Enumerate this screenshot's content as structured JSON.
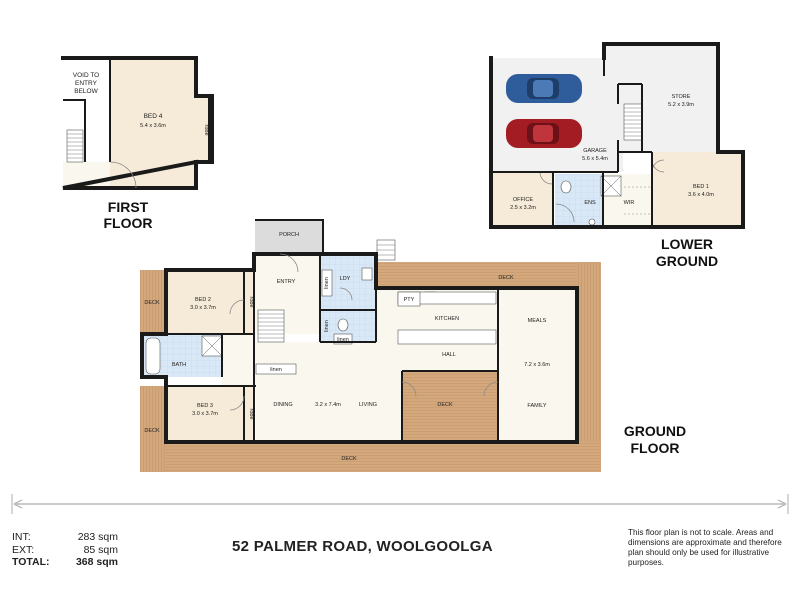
{
  "address": "52 PALMER ROAD, WOOLGOOLGA",
  "areas": [
    {
      "label": "INT:",
      "value": "283 sqm"
    },
    {
      "label": "EXT:",
      "value": "85 sqm"
    },
    {
      "label": "TOTAL:",
      "value": "368 sqm"
    }
  ],
  "disclaimer": "This floor plan is not to scale. Areas and dimensions are approximate and therefore plan should only be used for illustrative purposes.",
  "floors": {
    "first": {
      "title_line1": "FIRST",
      "title_line2": "FLOOR",
      "void_line1": "VOID TO",
      "void_line2": "ENTRY",
      "void_line3": "BELOW",
      "bed4": {
        "name": "BED 4",
        "dim": "5.4 x 3.6m"
      },
      "robe": "robe"
    },
    "lower": {
      "title_line1": "LOWER",
      "title_line2": "GROUND",
      "store": {
        "name": "STORE",
        "dim": "5.2 x 3.9m"
      },
      "garage": {
        "name": "GARAGE",
        "dim": "5.6 x 5.4m"
      },
      "office": {
        "name": "OFFICE",
        "dim": "2.5 x 3.2m"
      },
      "bed1": {
        "name": "BED 1",
        "dim": "3.6 x 4.0m"
      },
      "ens": "ENS",
      "wir": "WIR"
    },
    "ground": {
      "title_line1": "GROUND",
      "title_line2": "FLOOR",
      "porch": "PORCH",
      "entry": "ENTRY",
      "ldy": "LDY",
      "linen": "linen",
      "pty": "PTY",
      "kitchen": "KITCHEN",
      "hall": "HALL",
      "meals": "MEALS",
      "family": "FAMILY",
      "family_dim": "7.2 x 3.6m",
      "bed2": {
        "name": "BED 2",
        "dim": "3.0 x 3.7m"
      },
      "bed3": {
        "name": "BED 3",
        "dim": "3.0 x 3.7m"
      },
      "bath": "BATH",
      "robe": "robe",
      "dining": "DINING",
      "living_dim": "3.2 x 7.4m",
      "living": "LIVING",
      "deck": "DECK"
    }
  },
  "colors": {
    "wall": "#1a1a1a",
    "bedroom_floor": "#f6ebd8",
    "living_floor": "#faf8ee",
    "deck": "#d4a87d",
    "wet_area": "#cfe3f6",
    "porch": "#dcdcdc",
    "car_blue": "#2f5d9b",
    "car_red": "#a31c23"
  },
  "icons": [
    "stair-icon",
    "door-icon",
    "car-icon",
    "toilet-icon",
    "bath-icon",
    "shower-icon",
    "sink-icon"
  ]
}
